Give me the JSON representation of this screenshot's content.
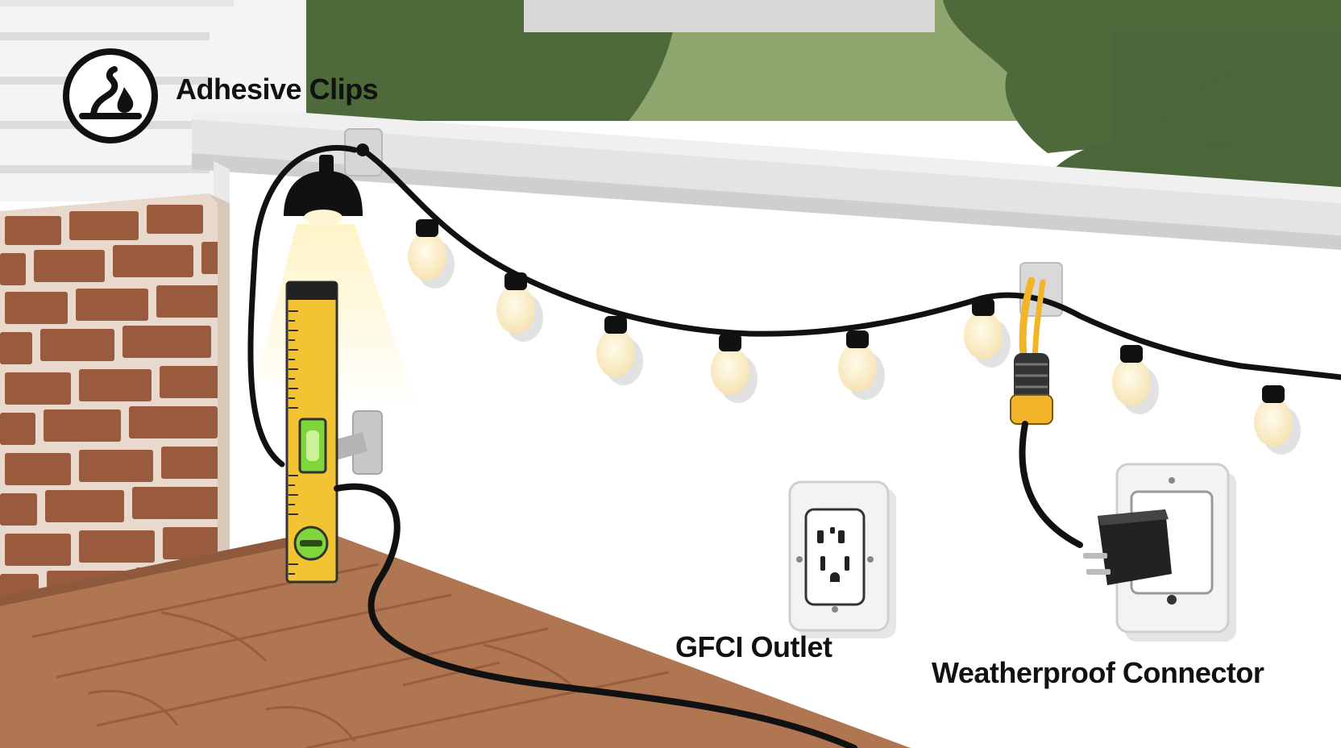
{
  "labels": {
    "adhesive_clips": "Adhesive Clips",
    "gfci_outlet": "GFCI Outlet",
    "weatherproof_connector": "Weatherproof Connector"
  },
  "icons": {
    "adhesive": "adhesive-drop-icon"
  },
  "colors": {
    "brick": "#9a5a3e",
    "deck": "#b07652",
    "foliage_dark": "#4e6a3a",
    "lawn": "#8ea66e",
    "cord": "#111111",
    "bulb": "#fdf2d2",
    "level": "#f2c332",
    "connector": "#f2b52a"
  }
}
